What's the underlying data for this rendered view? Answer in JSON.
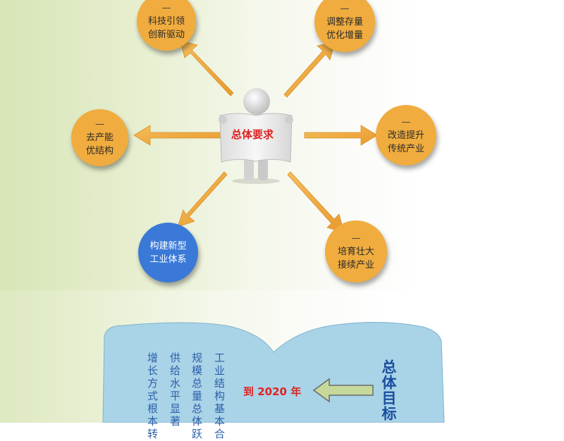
{
  "center": {
    "label": "总体要求"
  },
  "nodes": {
    "tech": {
      "line1": "科技引领",
      "line2": "创新驱动"
    },
    "adjust": {
      "line1": "调整存量",
      "line2": "优化增量"
    },
    "capacity": {
      "line1": "去产能",
      "line2": "优结构"
    },
    "upgrade": {
      "line1": "改造提升",
      "line2": "传统产业"
    },
    "industry": {
      "line1": "构建新型",
      "line2": "工业体系"
    },
    "cultivate": {
      "line1": "培育壮大",
      "line2": "接续产业"
    }
  },
  "goals": {
    "title": "总体目标",
    "target_year": "到 2020 年",
    "columns": [
      "工业结构基本合",
      "规模总量总体跃",
      "供给水平显著",
      "增长方式根本转"
    ]
  },
  "colors": {
    "node": "#f0ac3e",
    "node_highlight": "#3a79d8",
    "arrow": "#f3b14a",
    "book": "#a9d3e7",
    "goal_text": "#2c5fa8",
    "accent_red": "#e02222"
  }
}
